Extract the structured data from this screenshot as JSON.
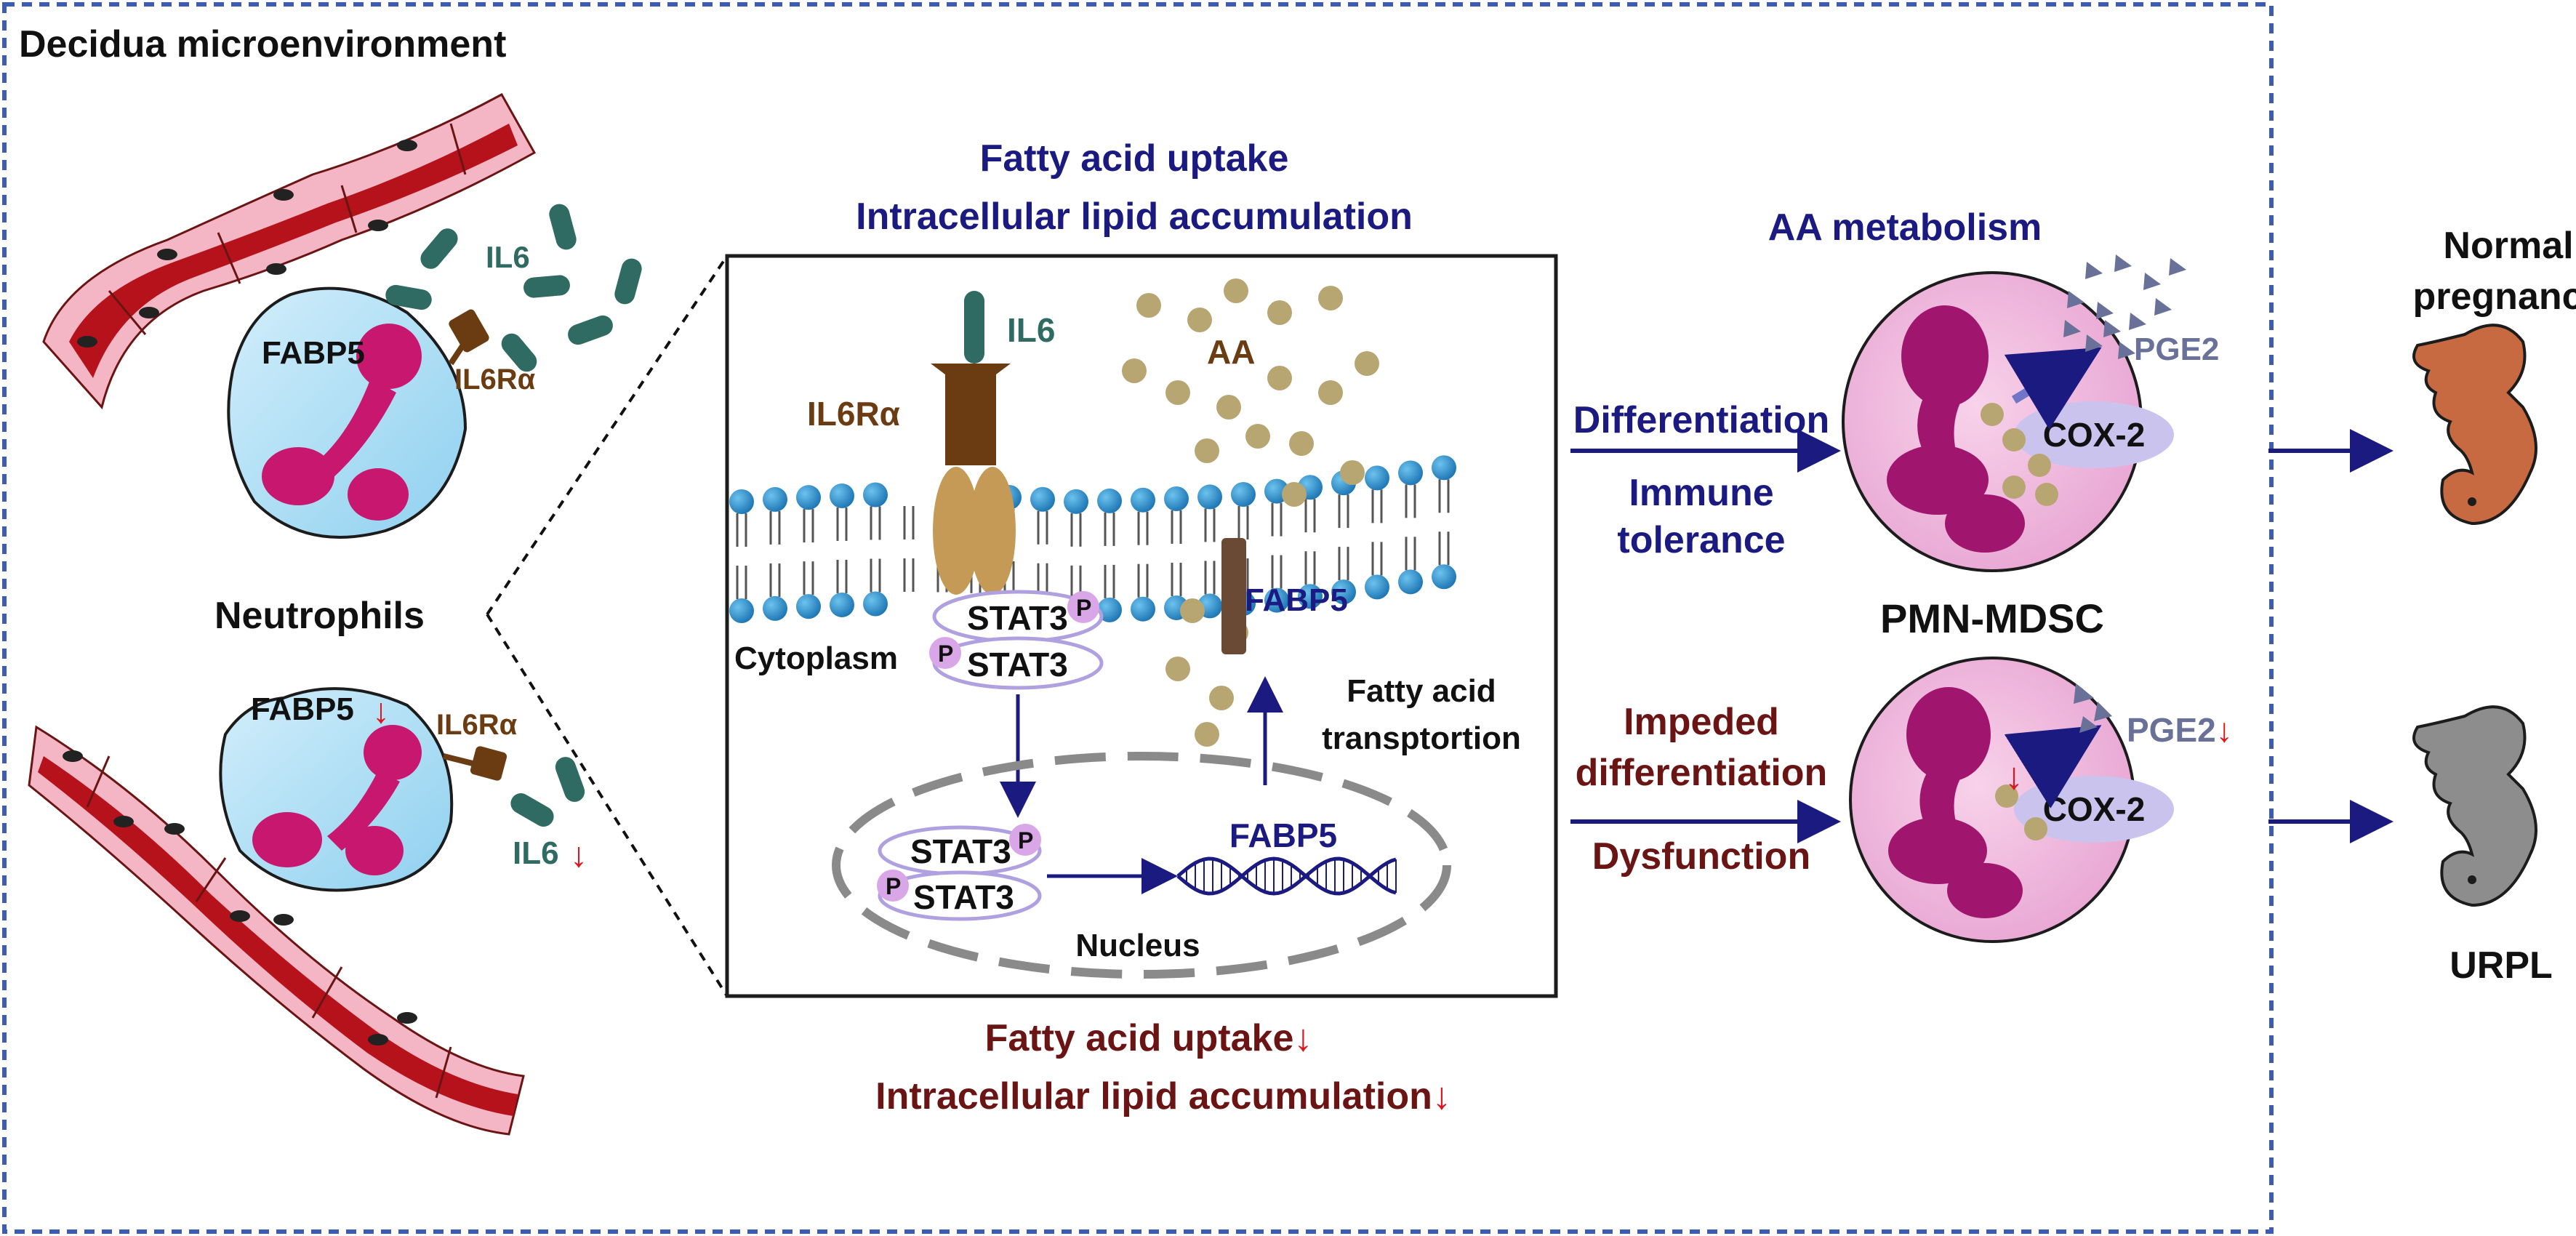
{
  "frame": {
    "title": "Decidua microenvironment"
  },
  "colors": {
    "frame_dash": "#3b5bb5",
    "navy": "#1a1a80",
    "maroon": "#6b1414",
    "red": "#e0151b",
    "blood": "#b5121b",
    "endothelium": "#f4b6c4",
    "neutrophil": "#a8dcf5",
    "nucleus": "#c8176f",
    "il6": "#2f6b63",
    "receptor": "#6b3b11",
    "lipid": "#b8a672",
    "mdsc": "#f1b9df",
    "mdsc_nucleus": "#a0166f",
    "cox": "#c9c3ee",
    "pge": "#6a7199",
    "embryo_normal": "#c86a41",
    "embryo_urpl": "#8d8d8d",
    "phospholipid": "#2e8bc9"
  },
  "left": {
    "top_cell": {
      "fabp5_label": "FABP5",
      "il6_label": "IL6",
      "receptor_label": "IL6Rα"
    },
    "neutrophils_label": "Neutrophils",
    "bottom_cell": {
      "fabp5_label": "FABP5",
      "il6_label": "IL6",
      "receptor_label": "IL6Rα",
      "down_arrow": "↓"
    }
  },
  "center": {
    "top_line1": "Fatty acid uptake",
    "top_line2": "Intracellular lipid accumulation",
    "box": {
      "il6": "IL6",
      "receptor": "IL6Rα",
      "aa": "AA",
      "fabp5_membrane": "FABP5",
      "stat3": "STAT3",
      "phospho": "P",
      "cytoplasm": "Cytoplasm",
      "transport_line1": "Fatty acid",
      "transport_line2": "transptortion",
      "fabp5_gene": "FABP5",
      "nucleus": "Nucleus"
    },
    "bottom_line1": "Fatty acid uptake",
    "bottom_line2": "Intracellular lipid accumulation",
    "down_arrow": "↓"
  },
  "right": {
    "aa_metabolism": "AA metabolism",
    "top_arrow_label": "Differentiation",
    "top_arrow_sub1": "Immune",
    "top_arrow_sub2": "tolerance",
    "mdsc_top": {
      "pge2": "PGE2",
      "cox2": "COX-2"
    },
    "pmn_label": "PMN-MDSC",
    "bottom_arrow_line1": "Impeded",
    "bottom_arrow_line2": "differentiation",
    "bottom_arrow_sub": "Dysfunction",
    "mdsc_bottom": {
      "pge2": "PGE2",
      "cox2": "COX-2",
      "down_arrow": "↓"
    },
    "normal_line1": "Normal",
    "normal_line2": "pregnancy",
    "urpl": "URPL"
  }
}
